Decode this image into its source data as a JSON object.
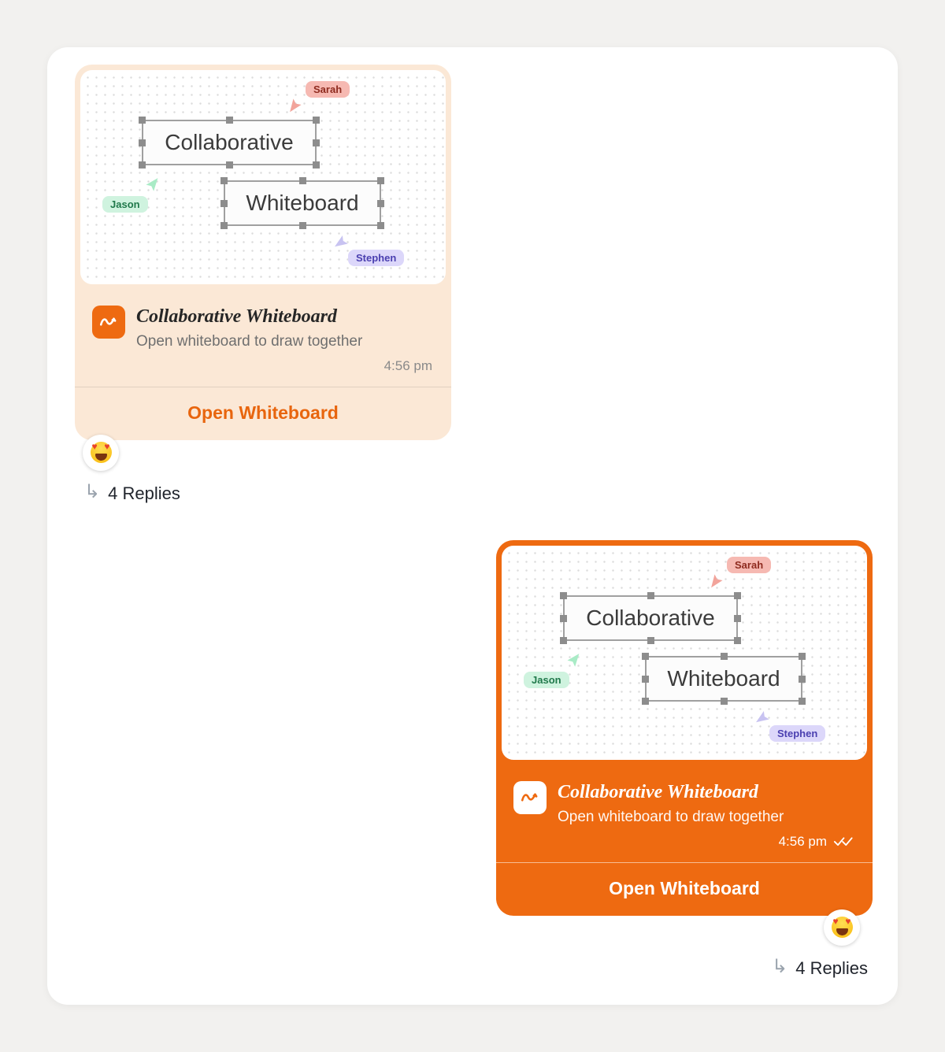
{
  "chat": {
    "incoming": {
      "card": {
        "title": "Collaborative Whiteboard",
        "subtitle": "Open whiteboard to draw together",
        "timestamp": "4:56 pm",
        "button_label": "Open Whiteboard",
        "app_icon": "scribble-icon"
      },
      "reaction_emoji": "heart-eyes",
      "replies_label": "4 Replies"
    },
    "outgoing": {
      "card": {
        "title": "Collaborative Whiteboard",
        "subtitle": "Open whiteboard to draw together",
        "timestamp": "4:56 pm",
        "button_label": "Open Whiteboard",
        "app_icon": "scribble-icon"
      },
      "read_receipt_icon": "double-check",
      "reaction_emoji": "heart-eyes",
      "replies_label": "4 Replies"
    }
  },
  "whiteboard_preview": {
    "text_boxes": [
      "Collaborative",
      "Whiteboard"
    ],
    "cursors": [
      {
        "name": "Sarah",
        "cursor_color": "#f2a49b",
        "label_bg": "#f6b9b2",
        "label_text": "#8f2b1f"
      },
      {
        "name": "Jason",
        "cursor_color": "#a9ebc6",
        "label_bg": "#cff3df",
        "label_text": "#20794b"
      },
      {
        "name": "Stephen",
        "cursor_color": "#c8c3f1",
        "label_bg": "#dcd7fa",
        "label_text": "#4a3fb0"
      }
    ]
  },
  "icons": {
    "reply_arrow": "↳",
    "heart": "♥"
  },
  "colors": {
    "accent_orange": "#ee6a11",
    "incoming_bubble": "#fbe8d6",
    "page_background": "#f2f1ef"
  }
}
